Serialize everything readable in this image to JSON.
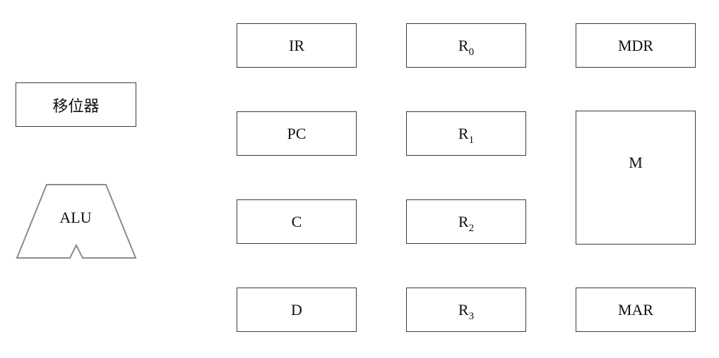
{
  "shifter": {
    "label": "移位器"
  },
  "alu": {
    "label": "ALU"
  },
  "column1": {
    "ir": "IR",
    "pc": "PC",
    "c": "C",
    "d": "D"
  },
  "registers": [
    {
      "name": "R",
      "sub": "0"
    },
    {
      "name": "R",
      "sub": "1"
    },
    {
      "name": "R",
      "sub": "2"
    },
    {
      "name": "R",
      "sub": "3"
    }
  ],
  "memory": {
    "mdr": "MDR",
    "m": "M",
    "mar": "MAR"
  },
  "colors": {
    "stroke": "#3a3a3a",
    "alu_stroke": "#8c8c8c"
  }
}
